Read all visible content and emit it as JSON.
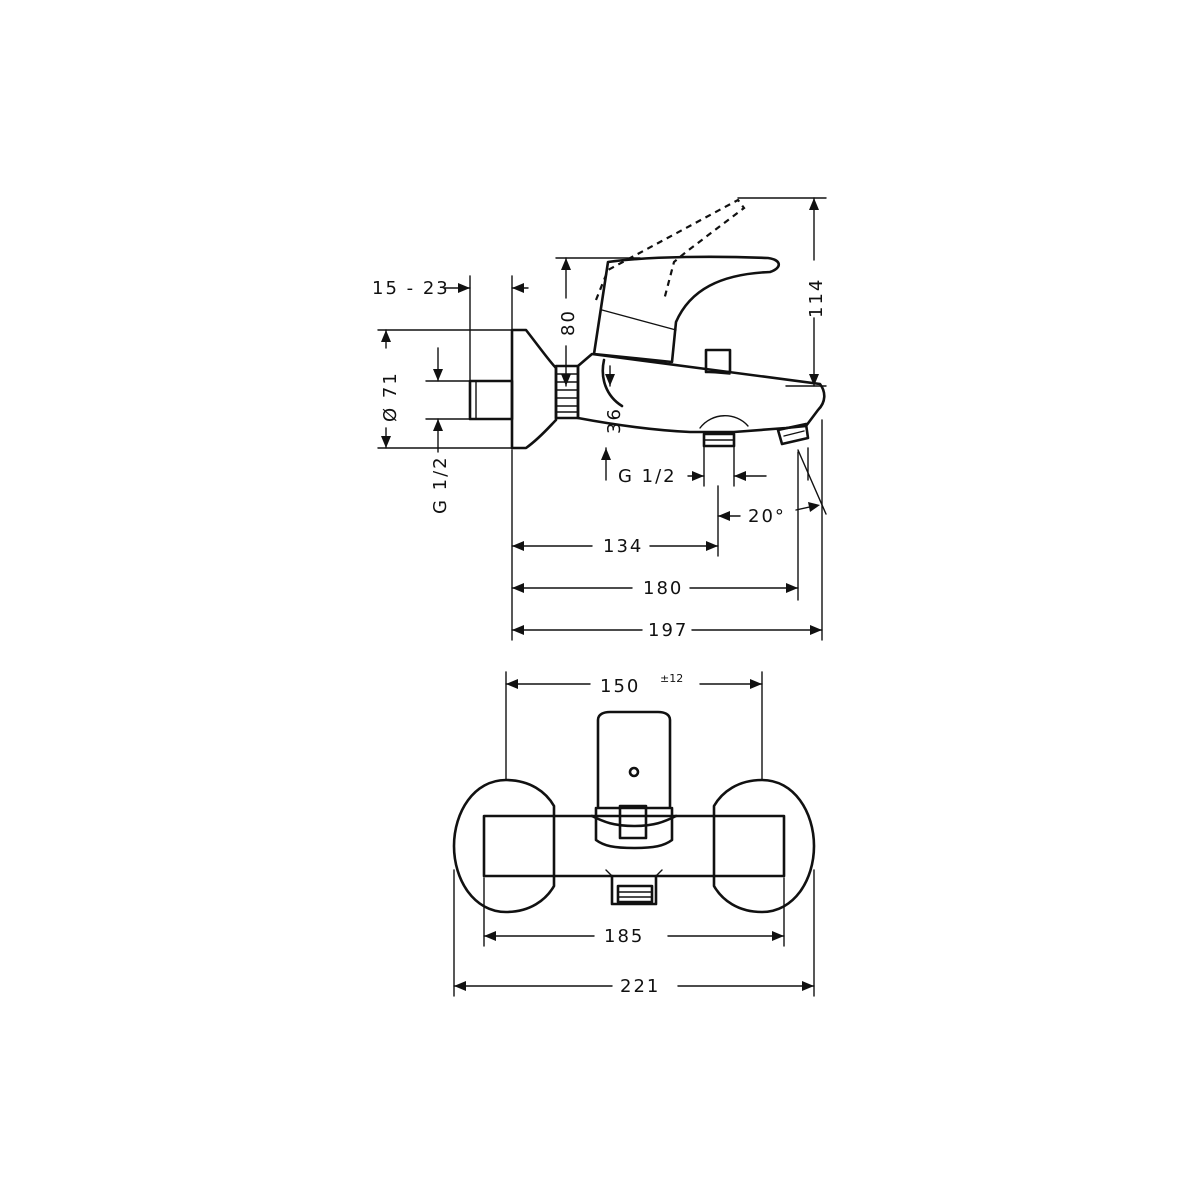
{
  "dimensions": {
    "d15_23": "15 - 23",
    "d80": "80",
    "d114": "114",
    "d71": "Ø 71",
    "d36": "36",
    "g12_left": "G 1/2",
    "g12_spout": "G 1/2",
    "d20": "20°",
    "d134": "134",
    "d180": "180",
    "d197": "197",
    "d150": "150",
    "d150_tol": "±12",
    "d185": "185",
    "d221": "221"
  },
  "colors": {
    "line": "#111111",
    "background": "#ffffff"
  }
}
